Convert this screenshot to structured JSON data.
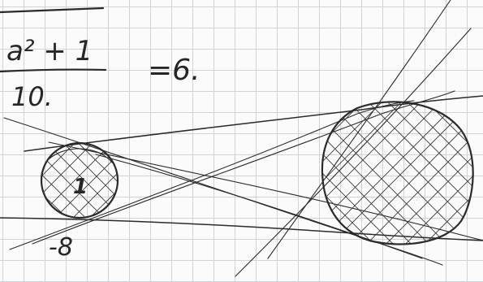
{
  "fraction": {
    "numerator": "a² + 1",
    "denominator": "10."
  },
  "equals_value": "=6.",
  "small_circle_label": "1",
  "point_label": "-8",
  "colors": {
    "paper": "#fbfbfb",
    "grid": "#cfd3d8",
    "ink": "#2a2a2a"
  }
}
